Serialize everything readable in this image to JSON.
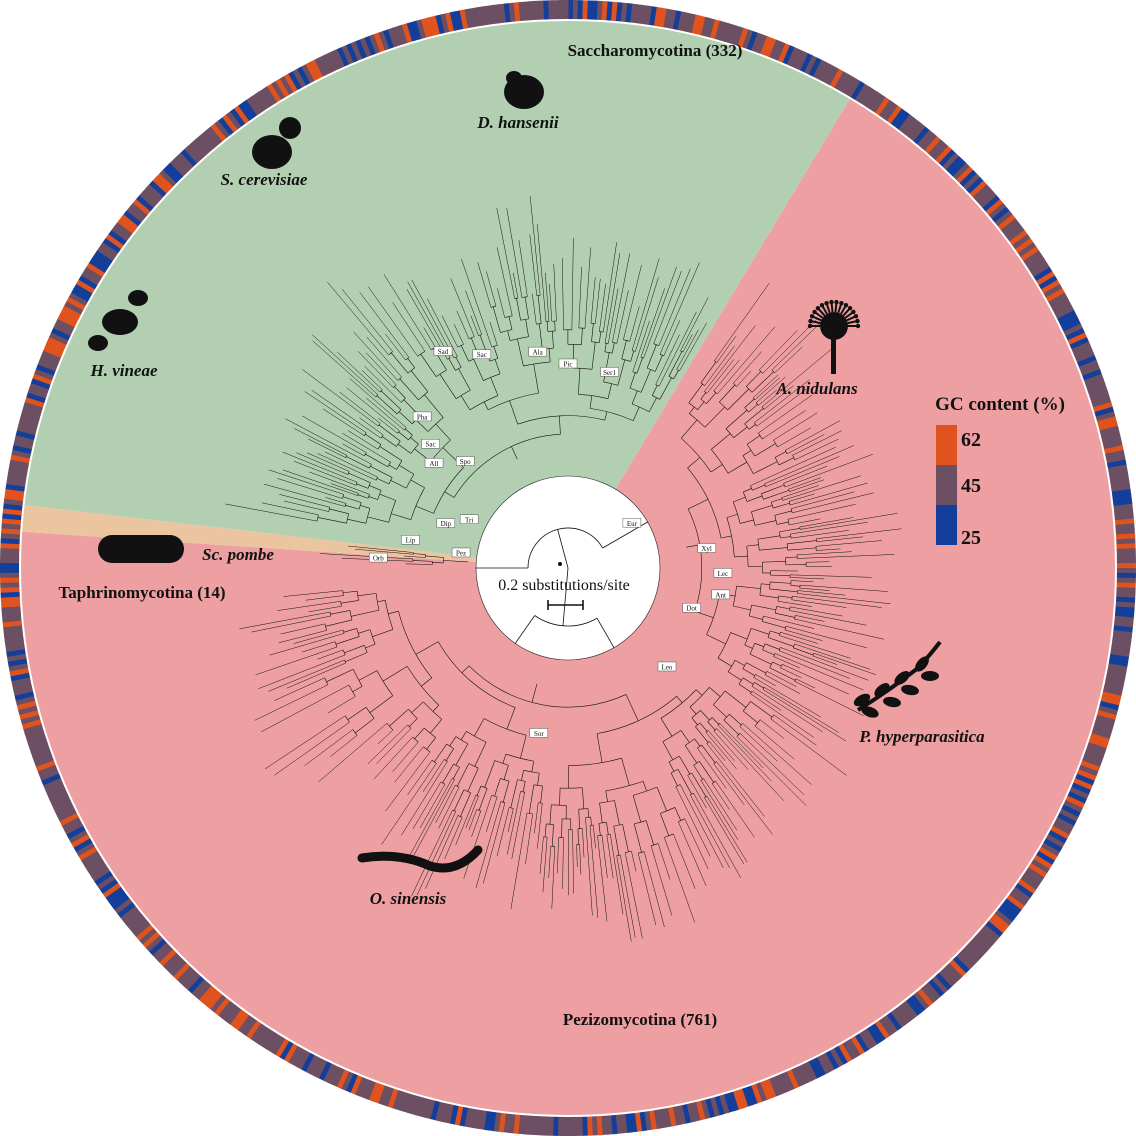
{
  "clades": {
    "saccharomycotina": "Saccharomycotina (332)",
    "taphrinomycotina": "Taphrinomycotina (14)",
    "pezizomycotina": "Pezizomycotina (761)"
  },
  "species": {
    "d_hansenii": "D. hansenii",
    "s_cerevisiae": "S. cerevisiae",
    "h_vineae": "H. vineae",
    "sc_pombe": "Sc. pombe",
    "a_nidulans": "A. nidulans",
    "p_hyperparasitica": "P. hyperparasitica",
    "o_sinensis": "O. sinensis"
  },
  "node_labels": [
    "Sac",
    "Sad",
    "Pha",
    "Sac",
    "All",
    "Spo",
    "Dip",
    "Tri",
    "Lip",
    "Pez",
    "Orb",
    "Ala",
    "Pic",
    "Ser1",
    "Eur",
    "Xyl",
    "Lec",
    "Ant",
    "Dot",
    "Leo",
    "Sor"
  ],
  "scale_bar": {
    "label": "0.2 substitutions/site"
  },
  "legend": {
    "title": "GC content (%)",
    "ticks": [
      "62",
      "45",
      "25"
    ],
    "colors": [
      "#e0531e",
      "#6c4f63",
      "#133f9a"
    ]
  },
  "colors": {
    "saccharomycotina": "#b3cfb1",
    "taphrinomycotina": "#ebc4a0",
    "pezizomycotina": "#ee9fa1",
    "gc_high": "#e0531e",
    "gc_mid": "#6c4f63",
    "gc_low": "#133f9a"
  }
}
